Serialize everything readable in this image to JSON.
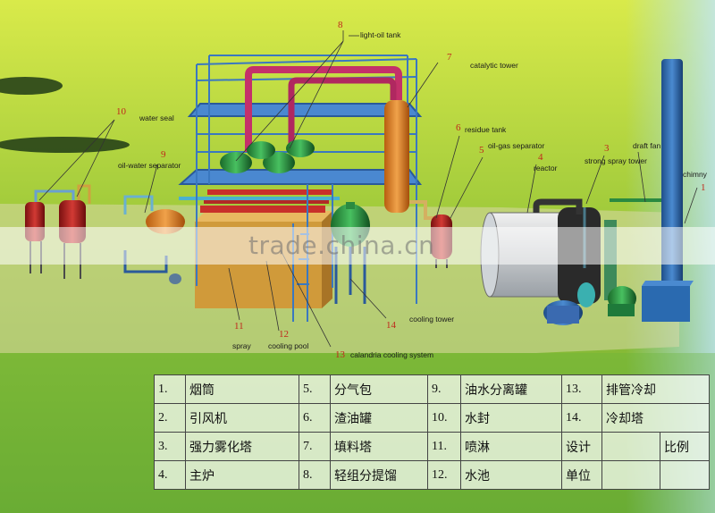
{
  "watermark": "trade.china.cn",
  "labels": {
    "light_oil_tank": "light-oil tank",
    "catalytic_tower": "catalytic tower",
    "water_seal": "water seal",
    "oil_water_separator": "oil-water separator",
    "residue_tank": "residue tank",
    "oil_gas_separator": "oil-gas separator",
    "reactor": "reactor",
    "strong_spray_tower": "strong spray tower",
    "draft_fan": "draft fan",
    "chimny": "chimny",
    "cooling_tower": "cooling tower",
    "spray": "spray",
    "cooling_pool": "cooling pool",
    "calandria_cooling_system": "calandria cooling system"
  },
  "numbers": {
    "n1": "1",
    "n3": "3",
    "n4": "4",
    "n5": "5",
    "n6": "6",
    "n7": "7",
    "n8": "8",
    "n9": "9",
    "n10": "10",
    "n11": "11",
    "n12": "12",
    "n13": "13",
    "n14": "14"
  },
  "legend": {
    "rows": [
      [
        "1.",
        "烟筒",
        "5.",
        "分气包",
        "9.",
        "油水分离罐",
        "13.",
        "排管冷却"
      ],
      [
        "2.",
        "引风机",
        "6.",
        "渣油罐",
        "10.",
        "水封",
        "14.",
        "冷却塔"
      ],
      [
        "3.",
        "强力雾化塔",
        "7.",
        "填料塔",
        "11.",
        "喷淋",
        "设计",
        "",
        "比例"
      ],
      [
        "4.",
        "主炉",
        "8.",
        "轻组分提馏",
        "12.",
        "水池",
        "单位",
        "",
        ""
      ]
    ]
  }
}
